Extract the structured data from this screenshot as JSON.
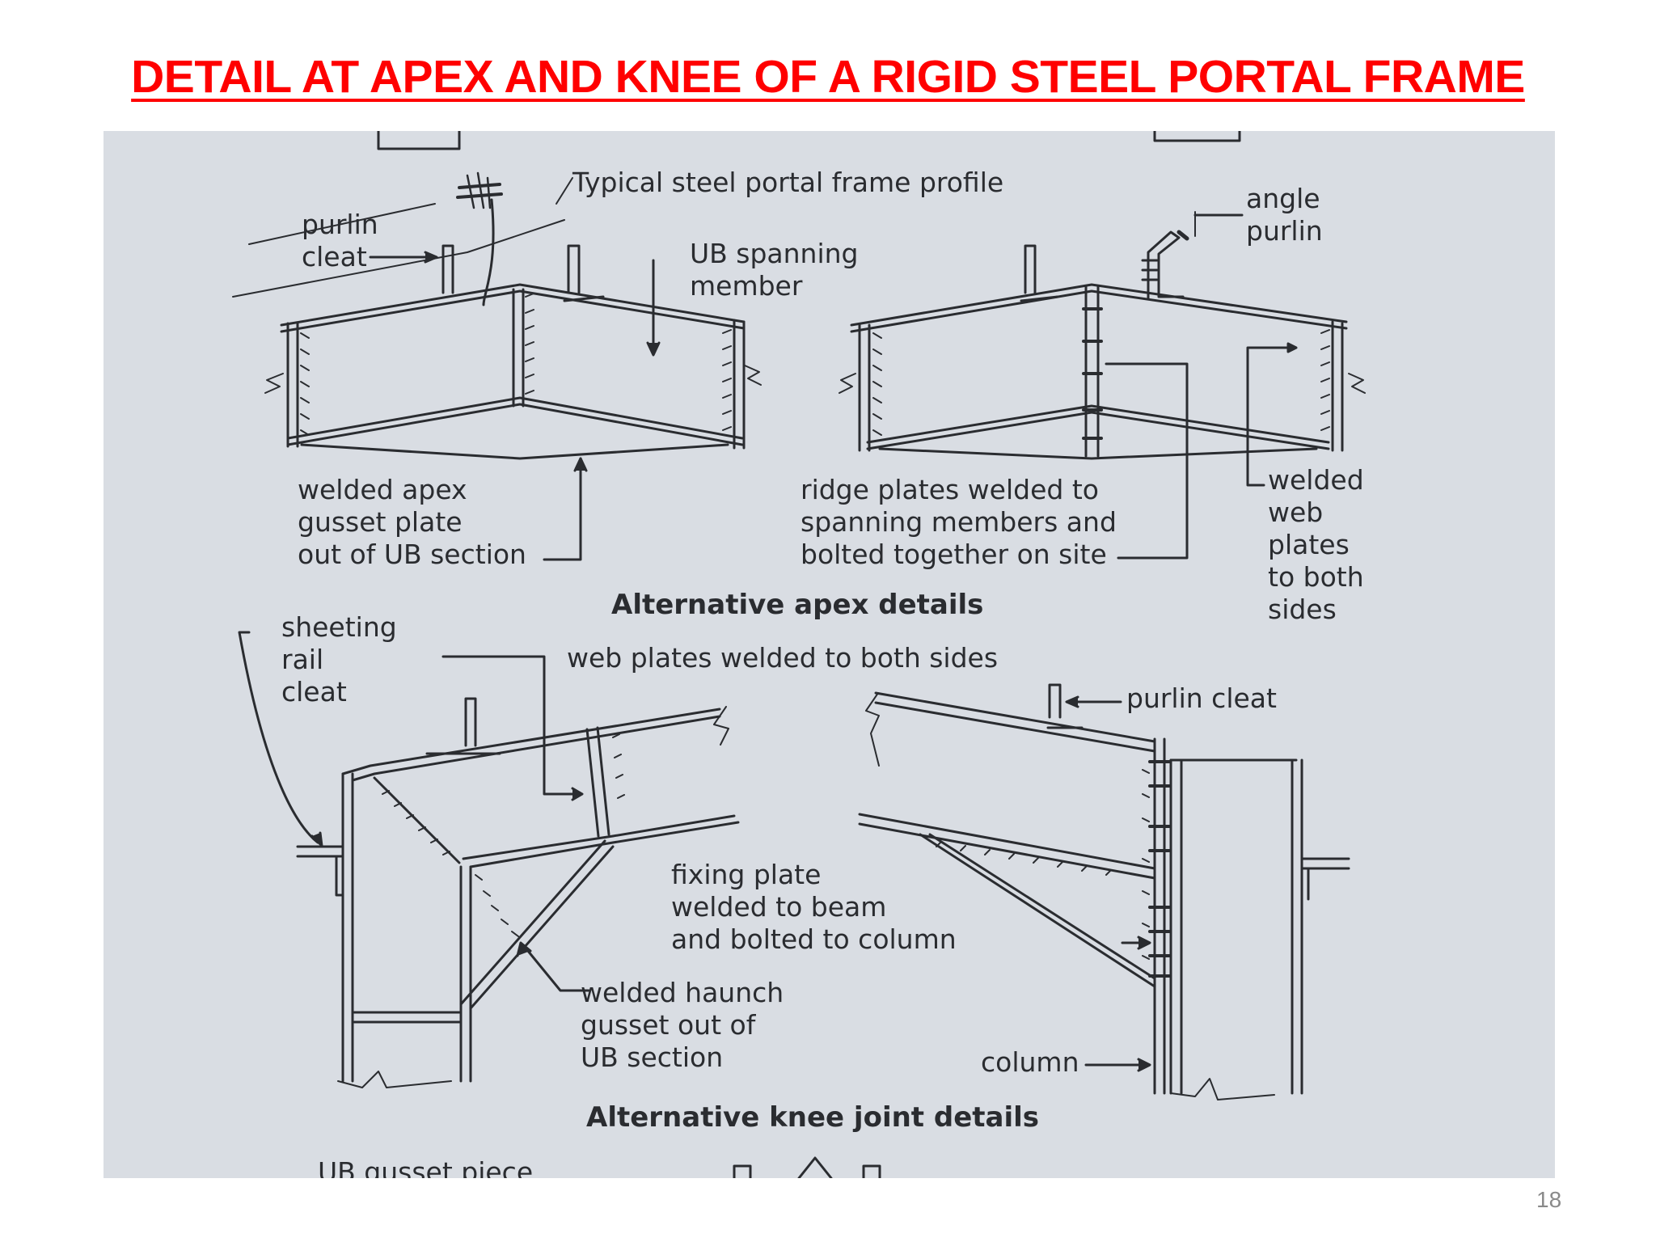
{
  "slide": {
    "title": "DETAIL AT APEX AND KNEE OF A RIGID STEEL PORTAL FRAME",
    "page_number": "18"
  },
  "diagram": {
    "labels": {
      "typical_profile": "Typical steel portal frame profile",
      "purlin_cleat_apex": "purlin\ncleat",
      "ub_spanning": "UB spanning\nmember",
      "angle_purlin": "angle\npurlin",
      "welded_apex": "welded apex\ngusset plate\nout of UB section",
      "ridge_plates": "ridge plates welded to\nspanning members and\nbolted together on site",
      "welded_web": "welded\nweb\nplates\nto both\nsides",
      "apex_caption": "Alternative apex details",
      "sheeting_rail": "sheeting\nrail\ncleat",
      "web_plates": "web plates welded to both sides",
      "purlin_cleat_knee": "purlin cleat",
      "fixing_plate": "fixing plate\nwelded to beam\nand bolted to column",
      "welded_haunch": "welded haunch\ngusset out of\nUB section",
      "column": "column",
      "knee_caption": "Alternative knee joint details",
      "ub_gusset_cut": "UB gusset piece"
    }
  },
  "colors": {
    "title": "#ff0000",
    "photo_background": "#d9dde3",
    "ink": "#2a2c30"
  }
}
